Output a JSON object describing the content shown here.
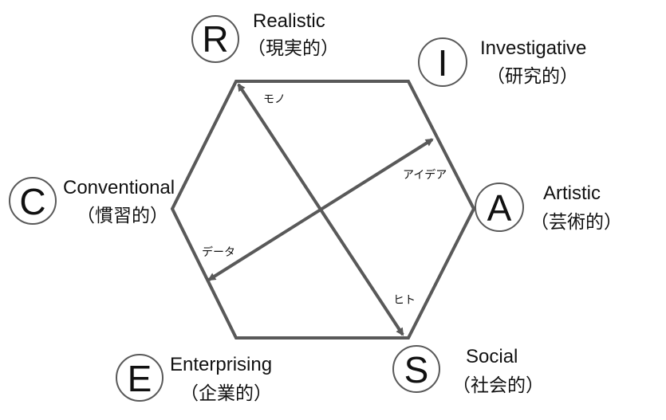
{
  "colors": {
    "line": "#595959",
    "circle": "#595959",
    "text": "#111111"
  },
  "types": [
    {
      "key": "R",
      "letter": "R",
      "name": "Realistic",
      "sub": "（現実的）"
    },
    {
      "key": "I",
      "letter": "I",
      "name": "Investigative",
      "sub": "（研究的）"
    },
    {
      "key": "A",
      "letter": "A",
      "name": "Artistic",
      "sub": "（芸術的）"
    },
    {
      "key": "S",
      "letter": "S",
      "name": "Social",
      "sub": "（社会的）"
    },
    {
      "key": "E",
      "letter": "E",
      "name": "Enterprising",
      "sub": "（企業的）"
    },
    {
      "key": "C",
      "letter": "C",
      "name": "Conventional",
      "sub": "（慣習的）"
    }
  ],
  "axes": [
    {
      "key": "mono",
      "label": "モノ"
    },
    {
      "key": "idea",
      "label": "アイデア"
    },
    {
      "key": "data",
      "label": "データ"
    },
    {
      "key": "hito",
      "label": "ヒト"
    }
  ]
}
